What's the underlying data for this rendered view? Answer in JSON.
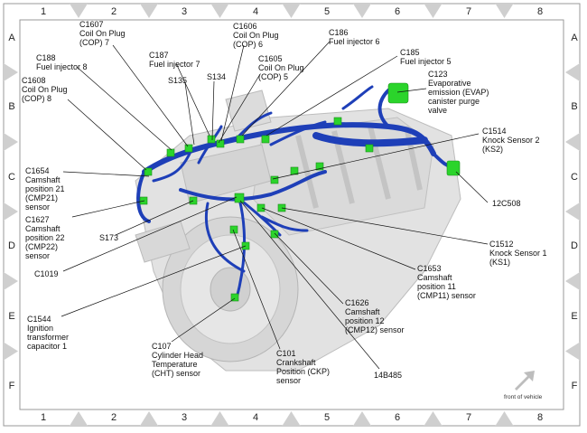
{
  "grid": {
    "columns": [
      "1",
      "2",
      "3",
      "4",
      "5",
      "6",
      "7",
      "8"
    ],
    "rows": [
      "A",
      "B",
      "C",
      "D",
      "E",
      "F"
    ]
  },
  "labels": {
    "c1607": [
      "C1607",
      "Coil On Plug",
      "(COP) 7"
    ],
    "c1606": [
      "C1606",
      "Coil On Plug",
      "(COP) 6"
    ],
    "c186": [
      "C186",
      "Fuel injector 6"
    ],
    "c188": [
      "C188",
      "Fuel injector 8"
    ],
    "c187": [
      "C187",
      "Fuel injector 7"
    ],
    "c1605": [
      "C1605",
      "Coil On Plug",
      "(COP) 5"
    ],
    "c185": [
      "C185",
      "Fuel injector 5"
    ],
    "s135": [
      "S135"
    ],
    "s134": [
      "S134"
    ],
    "c1608": [
      "C1608",
      "Coil On Plug",
      "(COP) 8"
    ],
    "c123": [
      "C123",
      "Evaporative",
      "emission (EVAP)",
      "canister purge",
      "valve"
    ],
    "c1514": [
      "C1514",
      "Knock Sensor 2",
      "(KS2)"
    ],
    "c1654": [
      "C1654",
      "Camshaft",
      "position 21",
      "(CMP21)",
      "sensor"
    ],
    "c12508": [
      "12C508"
    ],
    "c1627": [
      "C1627",
      "Camshaft",
      "position 22",
      "(CMP22)",
      "sensor"
    ],
    "s173": [
      "S173"
    ],
    "c1512": [
      "C1512",
      "Knock Sensor 1",
      "(KS1)"
    ],
    "c1019": [
      "C1019"
    ],
    "c1653": [
      "C1653",
      "Camshaft",
      "position 11",
      "(CMP11) sensor"
    ],
    "c1626": [
      "C1626",
      "Camshaft",
      "position 12",
      "(CMP12) sensor"
    ],
    "c1544": [
      "C1544",
      "Ignition",
      "transformer",
      "capacitor 1"
    ],
    "c107": [
      "C107",
      "Cylinder Head",
      "Temperature",
      "(CHT) sensor"
    ],
    "c101": [
      "C101",
      "Crankshaft",
      "Position (CKP)",
      "sensor"
    ],
    "c14b485": [
      "14B485"
    ]
  },
  "front_of_vehicle": "front of vehicle",
  "colors": {
    "harness": "#1e3fb8",
    "connector": "#2bd42b",
    "engine": "#d9d9d9",
    "border_marker": "#cfcfcf"
  }
}
